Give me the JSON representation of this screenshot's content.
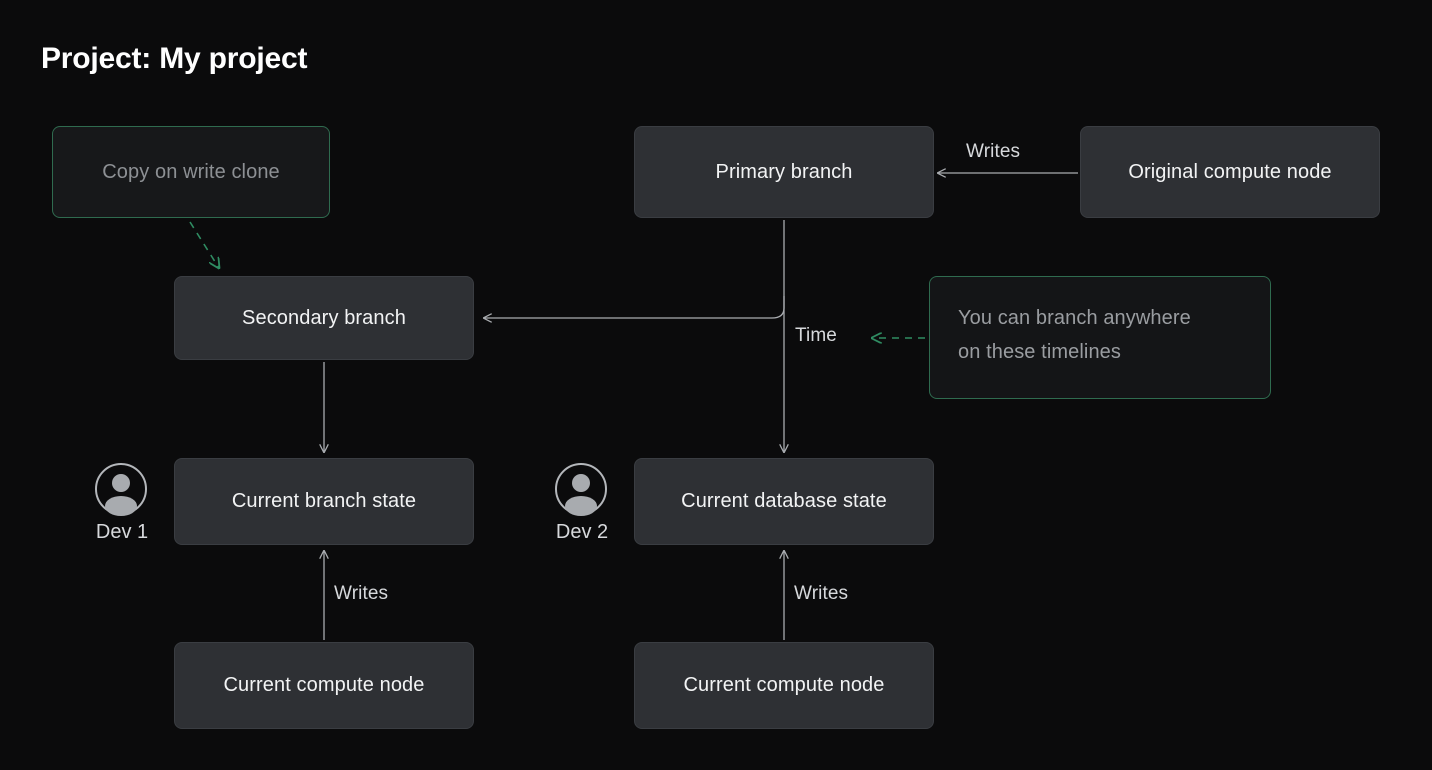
{
  "title": "Project: My project",
  "colors": {
    "background": "#0b0b0c",
    "node_fill": "#2e3034",
    "node_border": "#3a3d42",
    "accent_green": "#2f6b4f",
    "edge": "#a9acb0",
    "text": "#f2f3f4",
    "muted_text": "#9a9da1"
  },
  "nodes": {
    "copy_on_write_clone": "Copy on write clone",
    "primary_branch": "Primary branch",
    "original_compute_node": "Original compute node",
    "secondary_branch": "Secondary branch",
    "current_branch_state": "Current branch state",
    "current_database_state": "Current database state",
    "current_compute_node_left": "Current compute node",
    "current_compute_node_right": "Current compute node"
  },
  "callout": {
    "line1": "You can branch anywhere",
    "line2": "on these timelines"
  },
  "edge_labels": {
    "writes_top": "Writes",
    "time": "Time",
    "writes_left": "Writes",
    "writes_right": "Writes"
  },
  "actors": [
    {
      "icon": "user-avatar-icon",
      "caption": "Dev 1"
    },
    {
      "icon": "user-avatar-icon",
      "caption": "Dev 2"
    }
  ]
}
